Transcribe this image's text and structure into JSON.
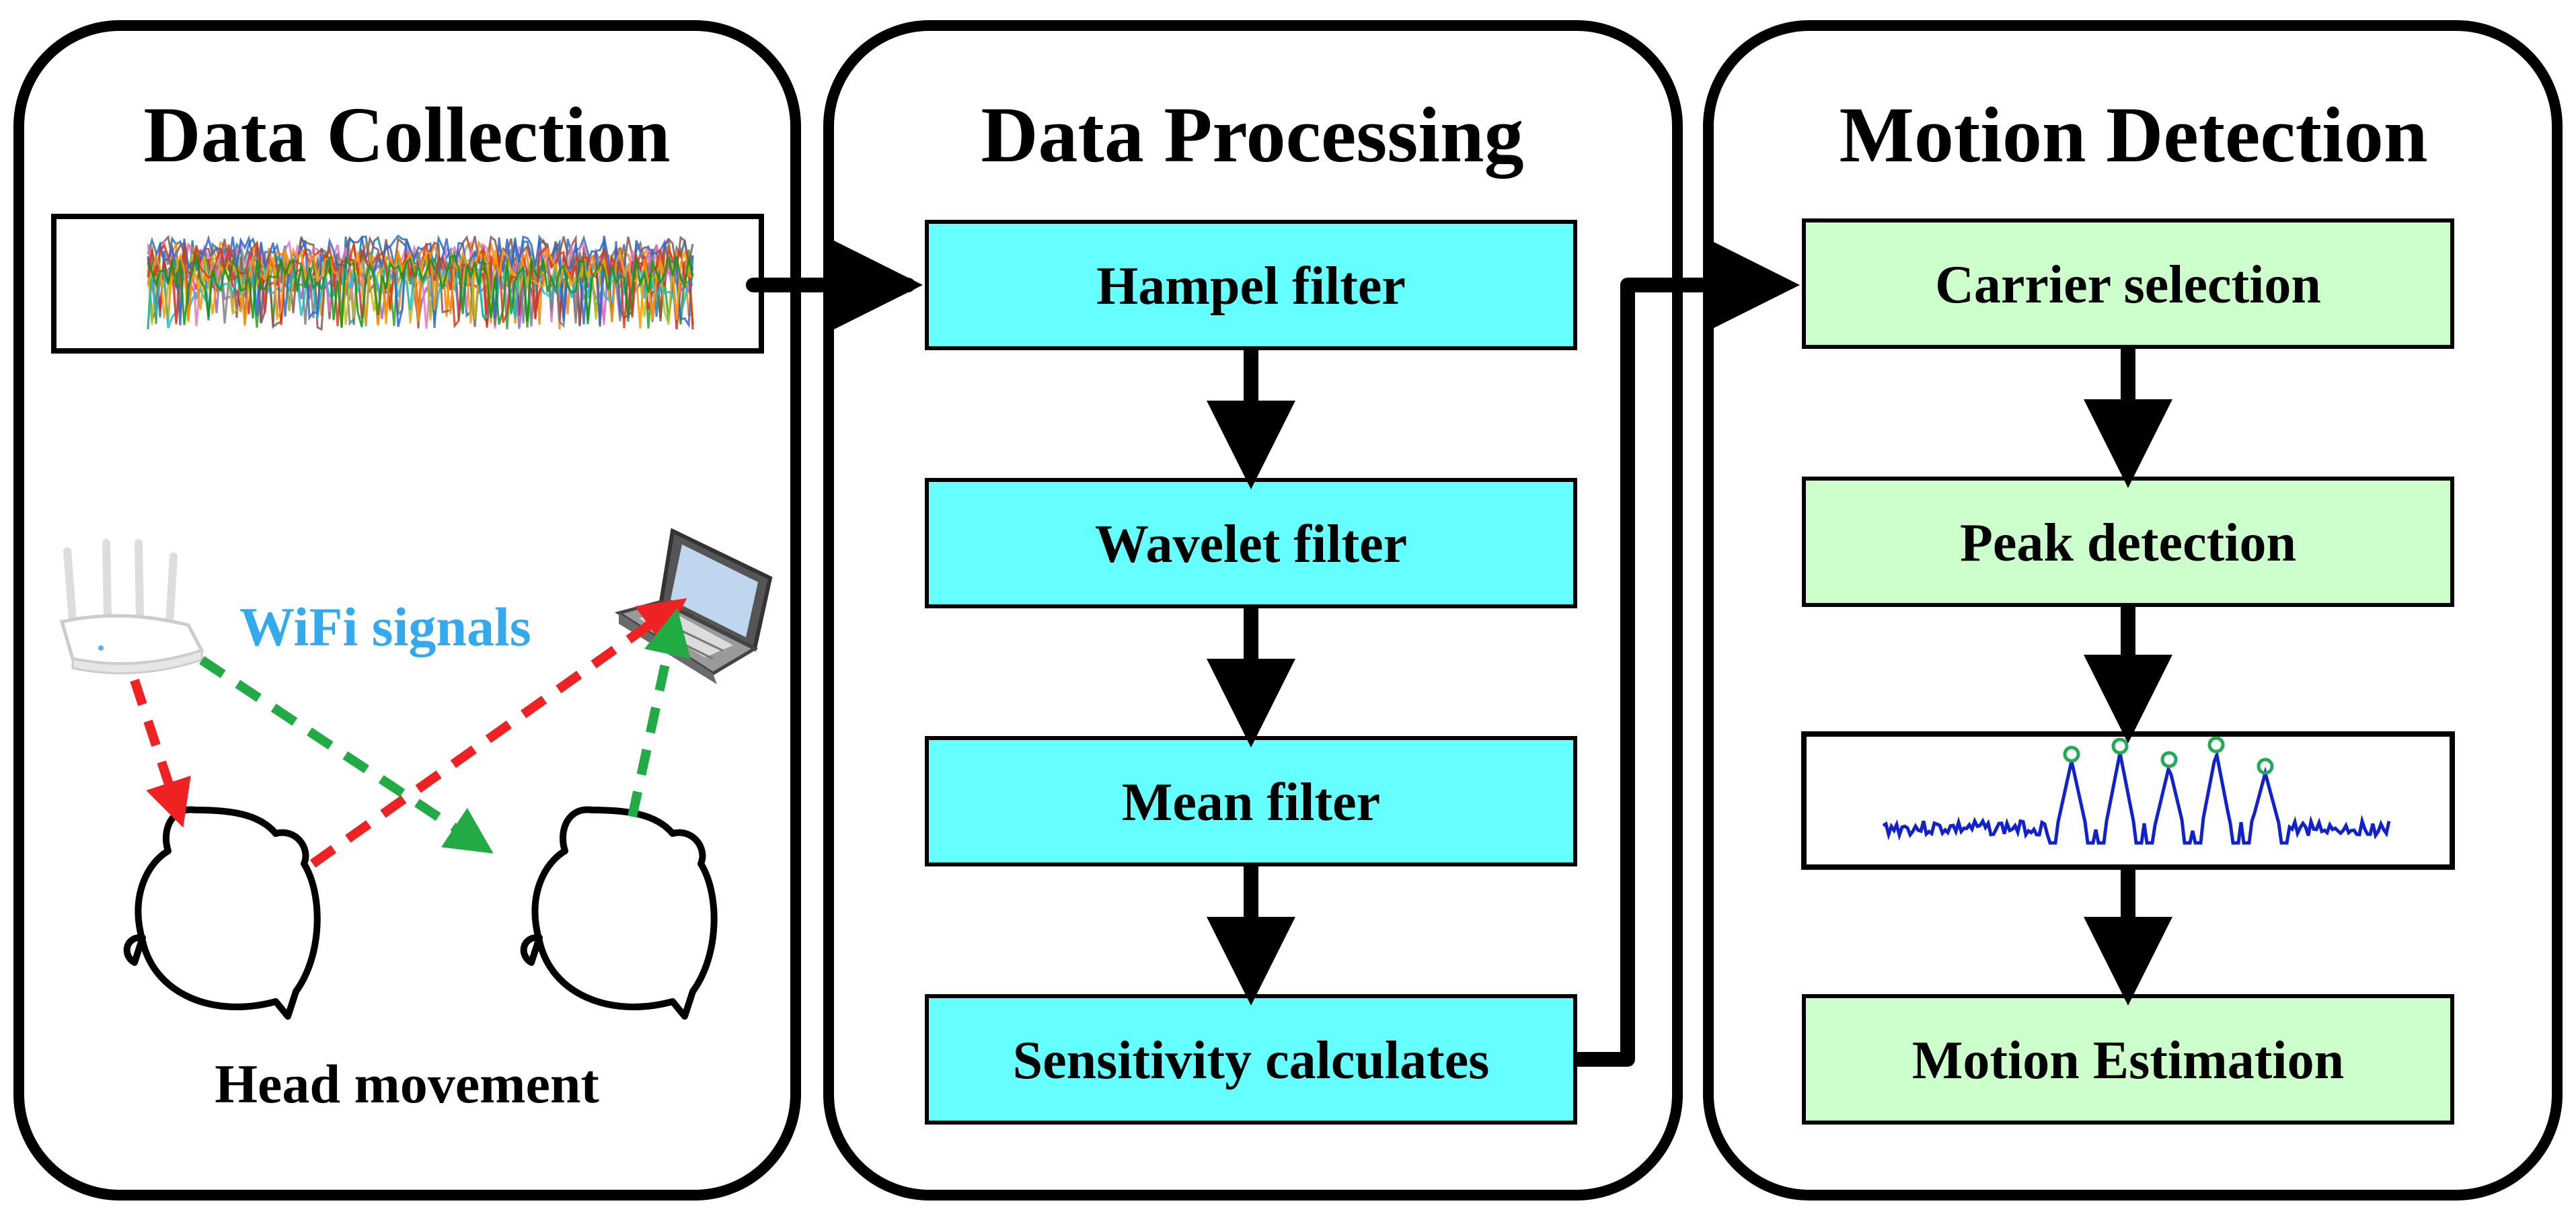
{
  "panels": [
    {
      "id": "data-collection",
      "title": "Data Collection"
    },
    {
      "id": "data-processing",
      "title": "Data Processing"
    },
    {
      "id": "motion-detection",
      "title": "Motion Detection"
    }
  ],
  "processing_steps": [
    "Hampel filter",
    "Wavelet filter",
    "Mean filter",
    "Sensitivity calculates"
  ],
  "detection_steps": [
    "Carrier selection",
    "Peak detection",
    "Motion Estimation"
  ],
  "collection": {
    "wifi_label": "WiFi signals",
    "head_label": "Head movement"
  },
  "colors": {
    "processing_fill": "#66FFFF",
    "detection_fill": "#CCFFCC",
    "wifi_text": "#33AAEE",
    "red_path": "#EE2222",
    "green_path": "#22AA44",
    "peak_line": "#1122CC",
    "peak_marker": "#22AA55"
  }
}
